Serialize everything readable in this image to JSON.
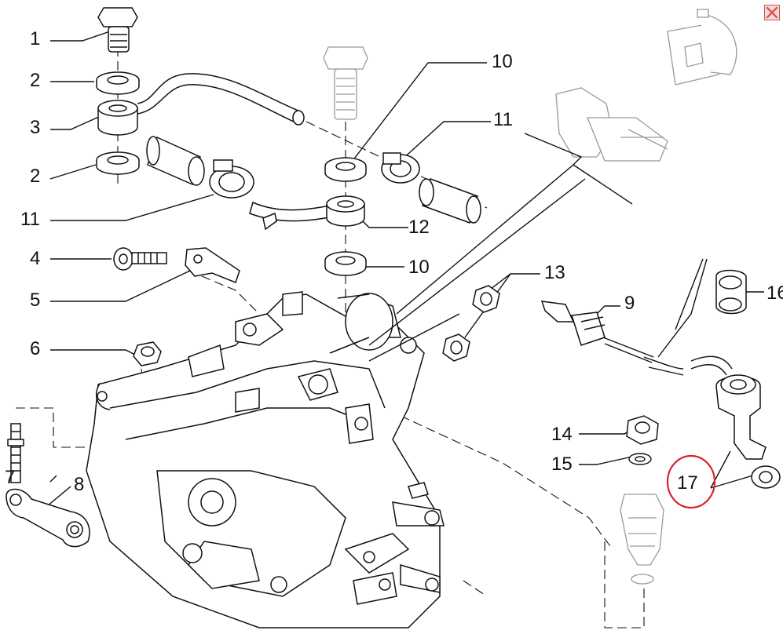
{
  "window": {
    "close_icon": "close-icon",
    "close_color": "#d9534f"
  },
  "diagram": {
    "callouts": [
      {
        "id": "c1",
        "label": "1"
      },
      {
        "id": "c2a",
        "label": "2"
      },
      {
        "id": "c3",
        "label": "3"
      },
      {
        "id": "c2b",
        "label": "2"
      },
      {
        "id": "c11a",
        "label": "11"
      },
      {
        "id": "c4",
        "label": "4"
      },
      {
        "id": "c5",
        "label": "5"
      },
      {
        "id": "c6",
        "label": "6"
      },
      {
        "id": "c7",
        "label": "7"
      },
      {
        "id": "c8",
        "label": "8"
      },
      {
        "id": "c10a",
        "label": "10"
      },
      {
        "id": "c11b",
        "label": "11"
      },
      {
        "id": "c12",
        "label": "12"
      },
      {
        "id": "c10b",
        "label": "10"
      },
      {
        "id": "c13",
        "label": "13"
      },
      {
        "id": "c9",
        "label": "9"
      },
      {
        "id": "c14",
        "label": "14"
      },
      {
        "id": "c15",
        "label": "15"
      },
      {
        "id": "c16",
        "label": "16"
      },
      {
        "id": "c17",
        "label": "17"
      }
    ],
    "highlight": {
      "label": "17",
      "color": "#d9232b"
    }
  }
}
